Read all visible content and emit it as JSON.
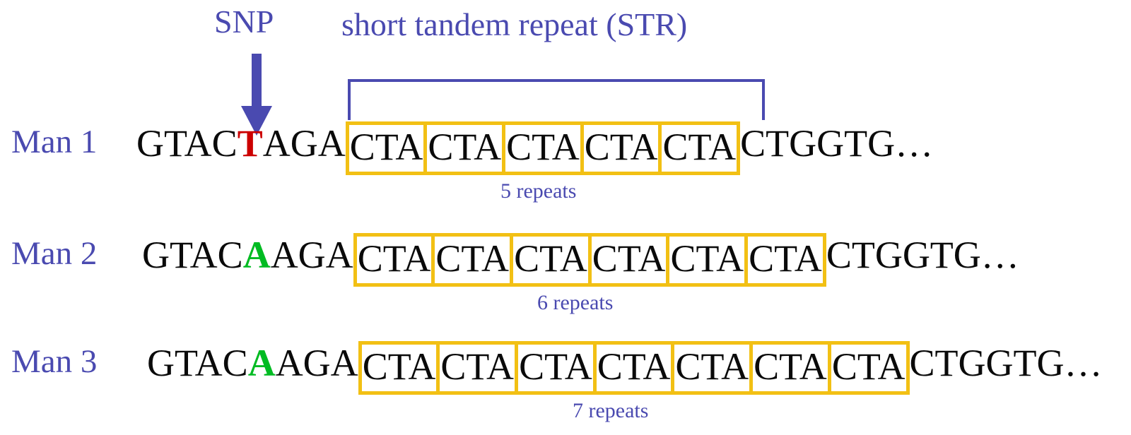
{
  "annotations": {
    "snp_label": "SNP",
    "str_label": "short tandem repeat (STR)",
    "arrow_icon": "down-arrow-icon",
    "bracket_icon": "span-bracket-icon",
    "accent_color": "#4a4ab0",
    "repeat_box_color": "#f2c014",
    "snp_variant_colors": {
      "T": "#cc0000",
      "A": "#00bb22"
    }
  },
  "rows": [
    {
      "label": "Man 1",
      "prefix": "GTAC",
      "snp": "T",
      "snp_variant": "T",
      "mid": "AGA",
      "repeat_unit": "CTA",
      "repeat_count": 5,
      "repeat_units": [
        "CTA",
        "CTA",
        "CTA",
        "CTA",
        "CTA"
      ],
      "suffix": "CTGGTG…",
      "repeat_caption": "5 repeats"
    },
    {
      "label": "Man 2",
      "prefix": "GTAC",
      "snp": "A",
      "snp_variant": "A",
      "mid": "AGA",
      "repeat_unit": "CTA",
      "repeat_count": 6,
      "repeat_units": [
        "CTA",
        "CTA",
        "CTA",
        "CTA",
        "CTA",
        "CTA"
      ],
      "suffix": "CTGGTG…",
      "repeat_caption": "6 repeats"
    },
    {
      "label": "Man 3",
      "prefix": "GTAC",
      "snp": "A",
      "snp_variant": "A",
      "mid": "AGA",
      "repeat_unit": "CTA",
      "repeat_count": 7,
      "repeat_units": [
        "CTA",
        "CTA",
        "CTA",
        "CTA",
        "CTA",
        "CTA",
        "CTA"
      ],
      "suffix": "CTGGTG…",
      "repeat_caption": "7 repeats"
    }
  ]
}
